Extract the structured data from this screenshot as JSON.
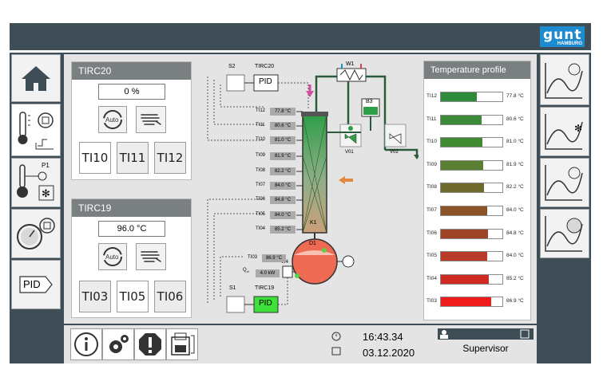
{
  "header": {
    "logo_text": "gunt",
    "logo_sub": "HAMBURG"
  },
  "nav_left": [
    {
      "icon": "home-icon"
    },
    {
      "icon": "temperature-pump-icon"
    },
    {
      "icon": "pressure-cooling-icon"
    },
    {
      "icon": "manometer-pump-icon"
    },
    {
      "label": "PID"
    }
  ],
  "panel_tirc20": {
    "title": "TIRC20",
    "value": "0 %",
    "buttons": [
      "TI10",
      "TI11",
      "TI12"
    ],
    "selected": "TI10"
  },
  "panel_tirc19": {
    "title": "TIRC19",
    "value": "96.0 °C",
    "buttons": [
      "TI03",
      "TI05",
      "TI06"
    ],
    "selected": "TI05"
  },
  "diagram": {
    "labels": {
      "s2": "S2",
      "tirc20": "TIRC20",
      "pid": "PID",
      "w1": "W1",
      "b3": "B3",
      "v01": "V01",
      "v02": "V02",
      "k1": "K1",
      "d1": "D1",
      "s1": "S1",
      "tirc19": "TIRC19",
      "w4": "W4",
      "qel": "Q",
      "qel_sub": "el",
      "pid2": "PID"
    },
    "sensors": [
      {
        "tag": "TI12",
        "value": "77.8 °C"
      },
      {
        "tag": "TI11",
        "value": "80.6 °C"
      },
      {
        "tag": "TI10",
        "value": "81.0 °C"
      },
      {
        "tag": "TI09",
        "value": "81.9 °C"
      },
      {
        "tag": "TI08",
        "value": "82.2 °C"
      },
      {
        "tag": "TI07",
        "value": "84.0 °C"
      },
      {
        "tag": "TI06",
        "value": "84.8 °C"
      },
      {
        "tag": "TI05",
        "value": "84.0 °C"
      },
      {
        "tag": "TI04",
        "value": "85.2 °C"
      }
    ],
    "ti03": {
      "tag": "TI03",
      "value": "86.9 °C"
    },
    "heater_power": "4.0 kW"
  },
  "temperature_profile": {
    "title": "Temperature profile",
    "rows": [
      {
        "tag": "TI12",
        "value": "77.8 °C",
        "fill": 0.58,
        "color": "#2e8b3c"
      },
      {
        "tag": "TI11",
        "value": "80.6 °C",
        "fill": 0.66,
        "color": "#3a8a38"
      },
      {
        "tag": "TI10",
        "value": "81.0 °C",
        "fill": 0.67,
        "color": "#418a34"
      },
      {
        "tag": "TI09",
        "value": "81.9 °C",
        "fill": 0.69,
        "color": "#5b7f30"
      },
      {
        "tag": "TI08",
        "value": "82.2 °C",
        "fill": 0.7,
        "color": "#6e6a2c"
      },
      {
        "tag": "TI07",
        "value": "84.0 °C",
        "fill": 0.75,
        "color": "#8a5428"
      },
      {
        "tag": "TI06",
        "value": "84.8 °C",
        "fill": 0.77,
        "color": "#a04428"
      },
      {
        "tag": "TI05",
        "value": "84.0 °C",
        "fill": 0.75,
        "color": "#b83a28"
      },
      {
        "tag": "TI04",
        "value": "85.2 °C",
        "fill": 0.78,
        "color": "#d02a24"
      },
      {
        "tag": "TI03",
        "value": "86.9 °C",
        "fill": 0.82,
        "color": "#ee1c1c"
      }
    ]
  },
  "nav_right": [
    {
      "icon": "chart-pump-icon"
    },
    {
      "icon": "chart-cooling-icon"
    },
    {
      "icon": "chart-pump2-icon"
    },
    {
      "icon": "chart-manometer-icon"
    }
  ],
  "footer": {
    "time": "16:43.34",
    "date": "03.12.2020",
    "user": "Supervisor",
    "buttons": [
      "info-icon",
      "settings-icon",
      "alarm-icon",
      "print-icon"
    ]
  }
}
